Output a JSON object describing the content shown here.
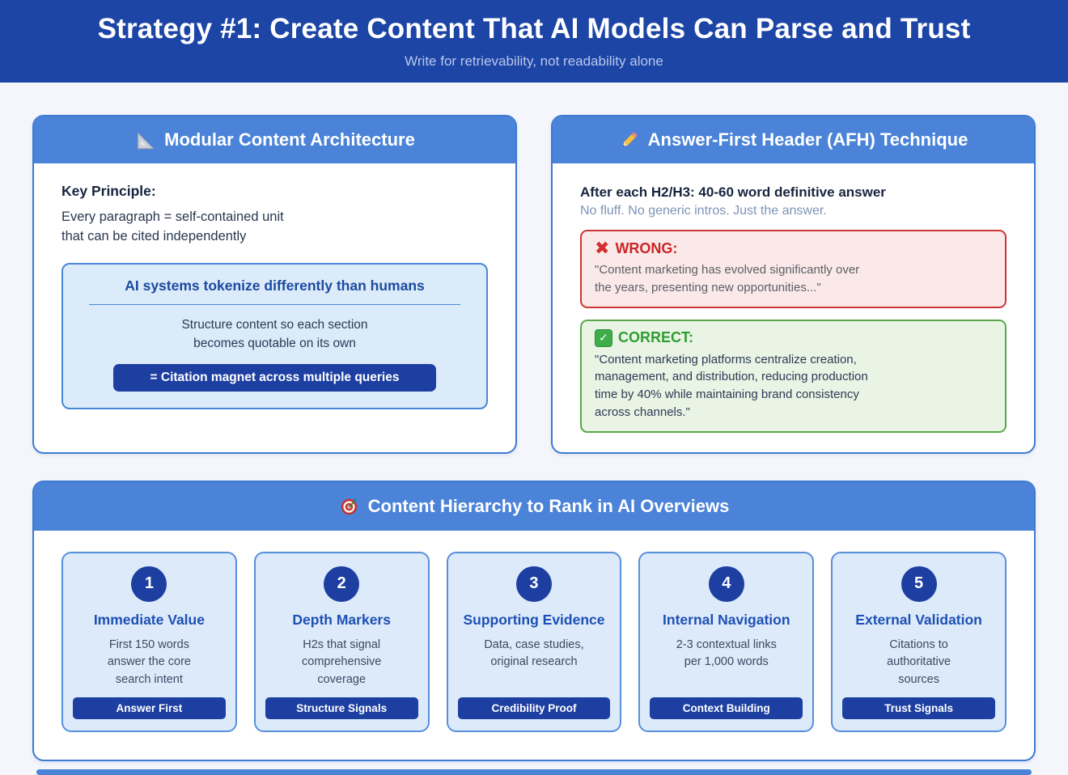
{
  "banner": {
    "title": "Strategy #1: Create Content That AI Models Can Parse and Trust",
    "subtitle": "Write for retrievability, not readability alone"
  },
  "modular": {
    "icon": "triangle-ruler-icon",
    "title": "Modular Content Architecture",
    "key_principle_label": "Key Principle:",
    "key_principle_text": "Every paragraph = self-contained unit\nthat can be cited independently",
    "callout": {
      "title": "AI systems tokenize differently than humans",
      "text": "Structure content so each section\nbecomes quotable on its own",
      "pill": "= Citation magnet across multiple queries"
    }
  },
  "afh": {
    "icon": "pencil-icon",
    "title": "Answer-First Header (AFH) Technique",
    "lead_bold": "After each H2/H3: 40-60 word definitive answer",
    "lead_sub": "No fluff. No generic intros. Just the answer.",
    "wrong": {
      "icon": "cross-icon",
      "glyph": "✖",
      "label": "WRONG:",
      "quote": "\"Content marketing has evolved significantly over\nthe years, presenting new opportunities...\""
    },
    "correct": {
      "icon": "check-icon",
      "glyph": "✓",
      "label": "CORRECT:",
      "quote": "\"Content marketing platforms centralize creation,\nmanagement, and distribution, reducing production\ntime by 40% while maintaining brand consistency\nacross channels.\""
    }
  },
  "hierarchy": {
    "icon": "target-icon",
    "title": "Content Hierarchy to Rank in AI Overviews",
    "steps": [
      {
        "num": "1",
        "title": "Immediate Value",
        "text": "First 150 words\nanswer the core\nsearch intent",
        "badge": "Answer First"
      },
      {
        "num": "2",
        "title": "Depth Markers",
        "text": "H2s that signal\ncomprehensive\ncoverage",
        "badge": "Structure Signals"
      },
      {
        "num": "3",
        "title": "Supporting Evidence",
        "text": "Data, case studies,\noriginal research",
        "badge": "Credibility Proof"
      },
      {
        "num": "4",
        "title": "Internal Navigation",
        "text": "2-3 contextual links\nper 1,000 words",
        "badge": "Context Building"
      },
      {
        "num": "5",
        "title": "External Validation",
        "text": "Citations to\nauthoritative\nsources",
        "badge": "Trust Signals"
      }
    ]
  },
  "colors": {
    "banner_blue": "#1c45a6",
    "header_blue": "#4a83d8",
    "accent_dark_blue": "#1d3fa2",
    "wrong_red": "#cf3434",
    "correct_green": "#58a84a",
    "page_bg": "#f4f6fb"
  }
}
